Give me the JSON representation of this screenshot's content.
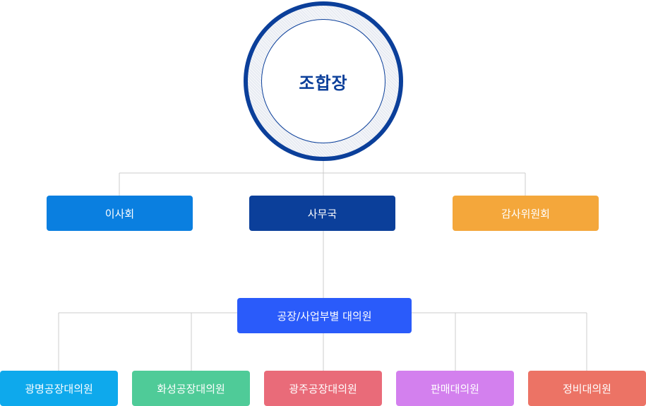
{
  "chairman": {
    "label": "조합장"
  },
  "departments": [
    {
      "label": "이사회",
      "color": "#0a7fe0"
    },
    {
      "label": "사무국",
      "color": "#0b3f9a"
    },
    {
      "label": "감사위원회",
      "color": "#f4a73b"
    }
  ],
  "delegates_group": {
    "label": "공장/사업부별 대의원",
    "color": "#2a5bfa"
  },
  "delegates": [
    {
      "label": "광명공장대의원",
      "color": "#0ea9ec"
    },
    {
      "label": "화성공장대의원",
      "color": "#4fcb98"
    },
    {
      "label": "광주공장대의원",
      "color": "#e96b79"
    },
    {
      "label": "판매대의원",
      "color": "#d380ee"
    },
    {
      "label": "정비대의원",
      "color": "#ec7365"
    }
  ],
  "connector_color": "#cccccc",
  "circle_color": "#0b3f9a"
}
